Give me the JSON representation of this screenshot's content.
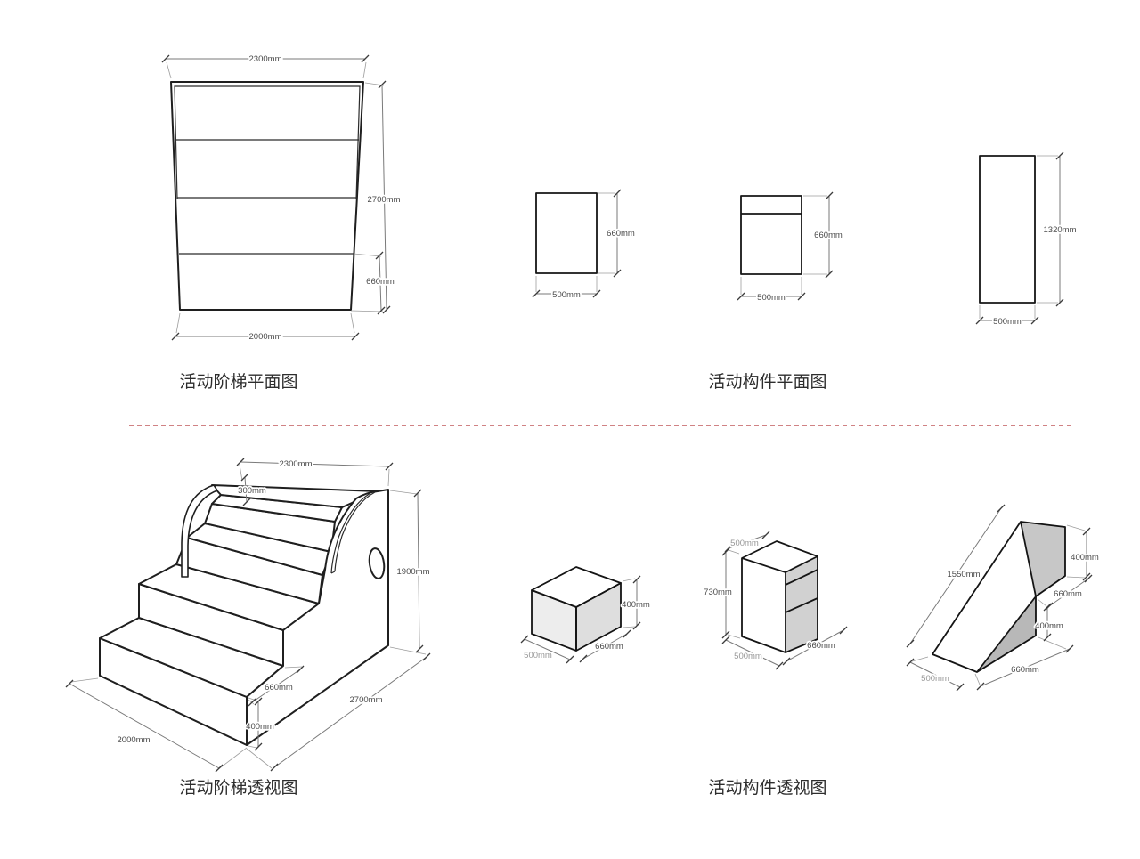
{
  "figures": {
    "stairs_plan": {
      "title": "活动阶梯平面图",
      "dim_top": "2300mm",
      "dim_side": "2700mm",
      "dim_lower_side": "660mm",
      "dim_bottom": "2000mm"
    },
    "components_plan": {
      "title": "活动构件平面图",
      "box1": {
        "dim_height": "660mm",
        "dim_width": "500mm"
      },
      "box2": {
        "dim_height": "660mm",
        "dim_width": "500mm"
      },
      "panel": {
        "dim_height": "1320mm",
        "dim_width": "500mm"
      }
    },
    "stairs_perspective": {
      "title": "活动阶梯透视图",
      "dim_top_width": "2300mm",
      "dim_back_rail": "300mm",
      "dim_height": "1900mm",
      "dim_depth": "2700mm",
      "dim_front_width": "2000mm",
      "dim_tread": "660mm",
      "dim_riser": "400mm"
    },
    "components_perspective": {
      "title": "活动构件透视图",
      "cube": {
        "dim_height": "400mm",
        "dim_depth": "660mm",
        "dim_width": "500mm"
      },
      "cblock": {
        "dim_top": "500mm",
        "dim_height": "730mm",
        "dim_width": "500mm",
        "dim_depth": "660mm"
      },
      "wedge": {
        "dim_slope": "1550mm",
        "dim_top_height": "400mm",
        "dim_top_depth": "660mm",
        "dim_lower_height": "400mm",
        "dim_bottom_depth": "660mm",
        "dim_width": "500mm"
      }
    }
  },
  "colors": {
    "bright_red": "#e2262b",
    "dark_red": "#a8232a",
    "maroon": "#5e1215",
    "separator": "#b5373a",
    "line": "#1f1f1f"
  }
}
